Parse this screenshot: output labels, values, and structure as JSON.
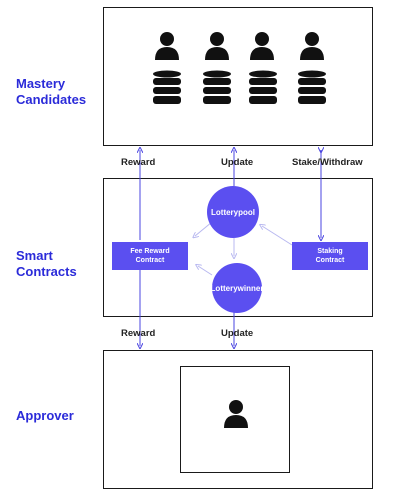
{
  "sections": {
    "mastery_candidates": "Mastery Candidates",
    "smart_contracts": "Smart Contracts",
    "approver": "Approver"
  },
  "nodes": {
    "lotterypool": "Lotterypool",
    "lotterywinner": "Lotterywinner",
    "fee_reward_contract": "Fee Reward Contract",
    "staking_contract": "Staking Contract"
  },
  "edges": {
    "reward_top": "Reward",
    "update_top": "Update",
    "stake_withdraw": "Stake/Withdraw",
    "reward_bottom": "Reward",
    "update_bottom": "Update"
  },
  "icons": {
    "candidate": "user-icon",
    "stake": "coin-stack-icon",
    "approver": "user-icon"
  },
  "colors": {
    "accent": "#5b4ff0",
    "label": "#2b2bd9",
    "arrow": "#4a44e0",
    "arrow_light": "#b8b8f0"
  }
}
